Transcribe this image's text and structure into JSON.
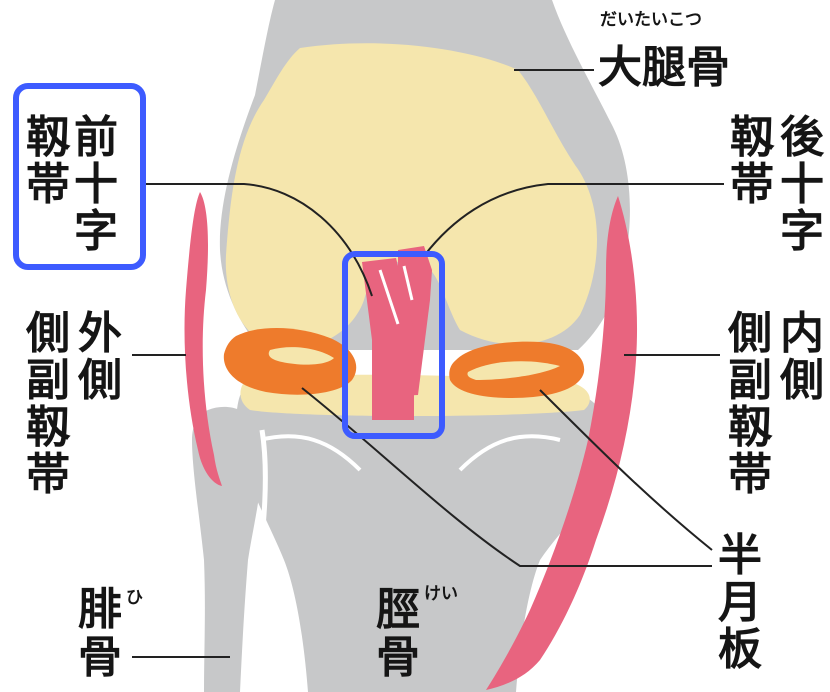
{
  "colors": {
    "bone": "#c7c8c9",
    "cartilage": "#f5e6ad",
    "ligament": "#e8647f",
    "meniscus": "#ee7b2c",
    "leader_line": "#222222",
    "highlight": "#3d5bff"
  },
  "labels": {
    "femur": {
      "text": "大腿骨",
      "ruby": "だいたいこつ"
    },
    "acl": {
      "col1": "前十字",
      "col2": "靱帯"
    },
    "pcl": {
      "col1": "後十字",
      "col2": "靱帯"
    },
    "lcl": {
      "col1": "外側",
      "col2": "側副靱帯"
    },
    "mcl": {
      "col1": "内側",
      "col2": "側副靱帯"
    },
    "meniscus": {
      "text": "半月板"
    },
    "fibula": {
      "char1": "腓",
      "ruby": "ひ",
      "char2": "骨"
    },
    "tibia": {
      "char1": "脛",
      "ruby": "けい",
      "char2": "骨"
    }
  }
}
